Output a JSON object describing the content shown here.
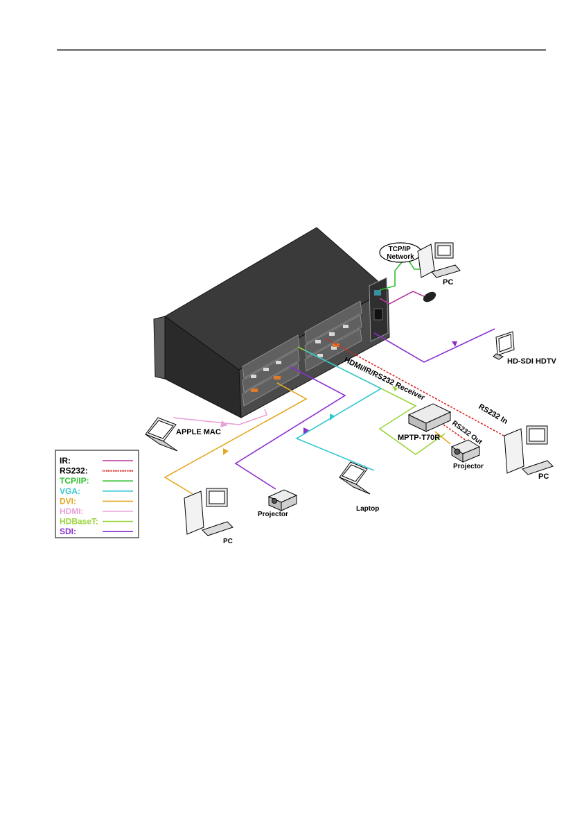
{
  "labels": {
    "tcpip_network": "TCP/IP\nNetwork",
    "pc_top": "PC",
    "hdsdi_hdtv": "HD-SDI HDTV",
    "receiver": "HDMI/IR/RS232 Receiver",
    "rs232_in": "RS232 In",
    "rs232_out": "RS232 Out",
    "mptp": "MPTP-T70R",
    "projector_right": "Projector",
    "pc_right": "PC",
    "apple_mac": "APPLE MAC",
    "projector_center": "Projector",
    "laptop": "Laptop",
    "pc_bottom": "PC"
  },
  "legend": [
    {
      "label": "IR:",
      "color": "#b8379b",
      "style": "solid"
    },
    {
      "label": "RS232:",
      "color": "#d8261e",
      "style": "dotted"
    },
    {
      "label": "TCP/IP:",
      "color": "#2fbf2f",
      "style": "solid"
    },
    {
      "label": "VGA:",
      "color": "#33c7d1",
      "style": "solid"
    },
    {
      "label": "DVI:",
      "color": "#e5a824",
      "style": "solid"
    },
    {
      "label": "HDMI:",
      "color": "#e9a2d8",
      "style": "solid"
    },
    {
      "label": "HDBaseT:",
      "color": "#9ad43a",
      "style": "solid"
    },
    {
      "label": "SDI:",
      "color": "#8a2fd0",
      "style": "solid"
    }
  ]
}
